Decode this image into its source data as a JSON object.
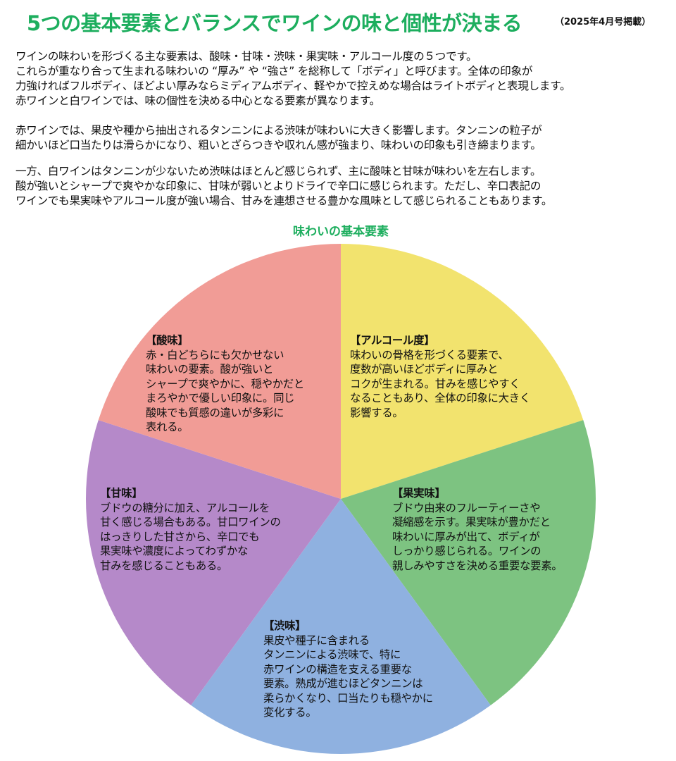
{
  "header": {
    "title": "5つの基本要素とバランスでワインの味と個性が決まる",
    "date": "（2025年4月号掲載）"
  },
  "paragraphs": [
    "ワインの味わいを形づくる主な要素は、酸味・甘味・渋味・果実味・アルコール度の５つです。\nこれらが重なり合って生まれる味わいの “厚み” や “強さ” を総称して「ボディ」と呼びます。全体の印象が\n力強ければフルボディ、ほどよい厚みならミディアムボディ、軽やかで控えめな場合はライトボディと表現します。\n赤ワインと白ワインでは、味の個性を決める中心となる要素が異なります。",
    "赤ワインでは、果皮や種から抽出されるタンニンによる渋味が味わいに大きく影響します。タンニンの粒子が\n細かいほど口当たりは滑らかになり、粗いとざらつきや収れん感が強まり、味わいの印象も引き締まります。",
    "一方、白ワインはタンニンが少ないため渋味はほとんど感じられず、主に酸味と甘味が味わいを左右します。\n酸が強いとシャープで爽やかな印象に、甘味が弱いとよりドライで辛口に感じられます。ただし、辛口表記の\nワインでも果実味やアルコール度が強い場合、甘みを連想させる豊かな風味として感じられることもあります。"
  ],
  "chart_data": {
    "type": "pie",
    "title": "味わいの基本要素",
    "start": "top",
    "direction": "clockwise",
    "slices": [
      {
        "label": "【アルコール度】",
        "value": 20,
        "color": "#f2e36e",
        "desc": "味わいの骨格を形づくる要素で、\n度数が高いほどボディに厚みと\nコクが生まれる。甘みを感じやすく\nなることもあり、全体の印象に大きく\n影響する。"
      },
      {
        "label": "【果実味】",
        "value": 20,
        "color": "#7dc381",
        "desc": "ブドウ由来のフルーティーさや\n凝縮感を示す。果実味が豊かだと\n味わいに厚みが出て、ボディが\nしっかり感じられる。ワインの\n親しみやすさを決める重要な要素。"
      },
      {
        "label": "【渋味】",
        "value": 20,
        "color": "#8fb1e0",
        "desc": "果皮や種子に含まれる\nタンニンによる渋味で、特に\n赤ワインの構造を支える重要な\n要素。熟成が進むほどタンニンは\n柔らかくなり、口当たりも穏やかに\n変化する。"
      },
      {
        "label": "【甘味】",
        "value": 20,
        "color": "#b589c9",
        "desc": "ブドウの糖分に加え、アルコールを\n甘く感じる場合もある。甘口ワインの\nはっきりした甘さから、辛口でも\n果実味や濃度によってわずかな\n甘みを感じることもある。"
      },
      {
        "label": "【酸味】",
        "value": 20,
        "color": "#f19c96",
        "desc": "赤・白どちらにも欠かせない\n味わいの要素。酸が強いと\nシャープで爽やかに、穏やかだと\nまろやかで優しい印象に。同じ\n酸味でも質感の違いが多彩に\n表れる。"
      }
    ]
  }
}
